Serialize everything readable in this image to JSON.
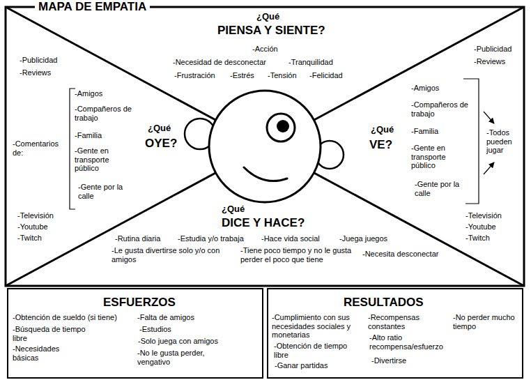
{
  "diagram": {
    "title": "MAPA DE EMPATIA",
    "nodes": [
      {
        "text": [
          "¿Qué",
          "PIENSA Y SIENTE?",
          "-Acción",
          "-Necesidad de desconectar",
          "-Tranquilidad",
          "-Frustración",
          "-Estrés",
          "-Tensión",
          "-Felicidad"
        ]
      },
      {
        "text": [
          "¿Qué",
          "OYE?",
          "-Publicidad",
          "-Reviews",
          "-Comentarios de:",
          "-Amigos",
          "-Compañeros de trabajo",
          "-Familia",
          "-Gente en transporte público",
          "-Gente por la calle",
          "-Televisión",
          "-Youtube",
          "-Twitch"
        ]
      },
      {
        "text": [
          "¿Qué",
          "VE?",
          "-Publicidad",
          "-Reviews",
          "-Amigos",
          "-Compañeros de trabajo",
          "-Familia",
          "-Gente en transporte público",
          "-Gente por la calle",
          "-Todos pueden jugar",
          "-Televisión",
          "-Youtube",
          "-Twitch"
        ]
      },
      {
        "text": [
          "¿Qué",
          "DICE Y HACE?",
          "-Rutina diaria",
          "-Estudia y/o trabaja",
          "-Hace vida social",
          "-Juega juegos",
          "-Le gusta divertirse solo y/o con amigos",
          "-Tiene poco tiempo y no le gusta perder el poco que tiene",
          "-Necesita desconectar"
        ]
      },
      {
        "text": [
          "ESFUERZOS",
          "-Obtención de sueldo (si tiene)",
          "-Búsqueda de tiempo libre",
          "-Necesidades básicas",
          "-Falta de amigos",
          "-Estudios",
          "-Solo juega con amigos",
          "-No le gusta perder, vengativo"
        ]
      },
      {
        "text": [
          "RESULTADOS",
          "-Cumplimiento con sus necesidades sociales y monetarias",
          "-Obtención de tiempo libre",
          "-Ganar partidas",
          "-Recompensas constantes",
          "-Alto ratio recompensa/esfuerzo",
          "-Divertirse",
          "-No perder mucho tiempo"
        ]
      }
    ]
  }
}
